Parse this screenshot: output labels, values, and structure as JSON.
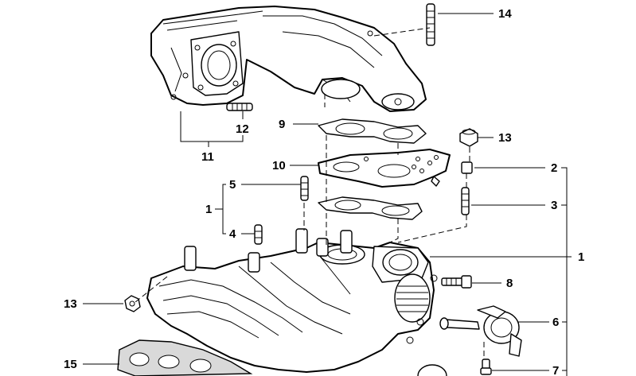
{
  "callouts": {
    "c14": "14",
    "c12": "12",
    "c11": "11",
    "c9": "9",
    "c13_top": "13",
    "c10": "10",
    "c2": "2",
    "c5": "5",
    "c3": "3",
    "c1_left": "1",
    "c4": "4",
    "c1_right": "1",
    "c8": "8",
    "c13_left": "13",
    "c6": "6",
    "c15": "15",
    "c7": "7"
  }
}
